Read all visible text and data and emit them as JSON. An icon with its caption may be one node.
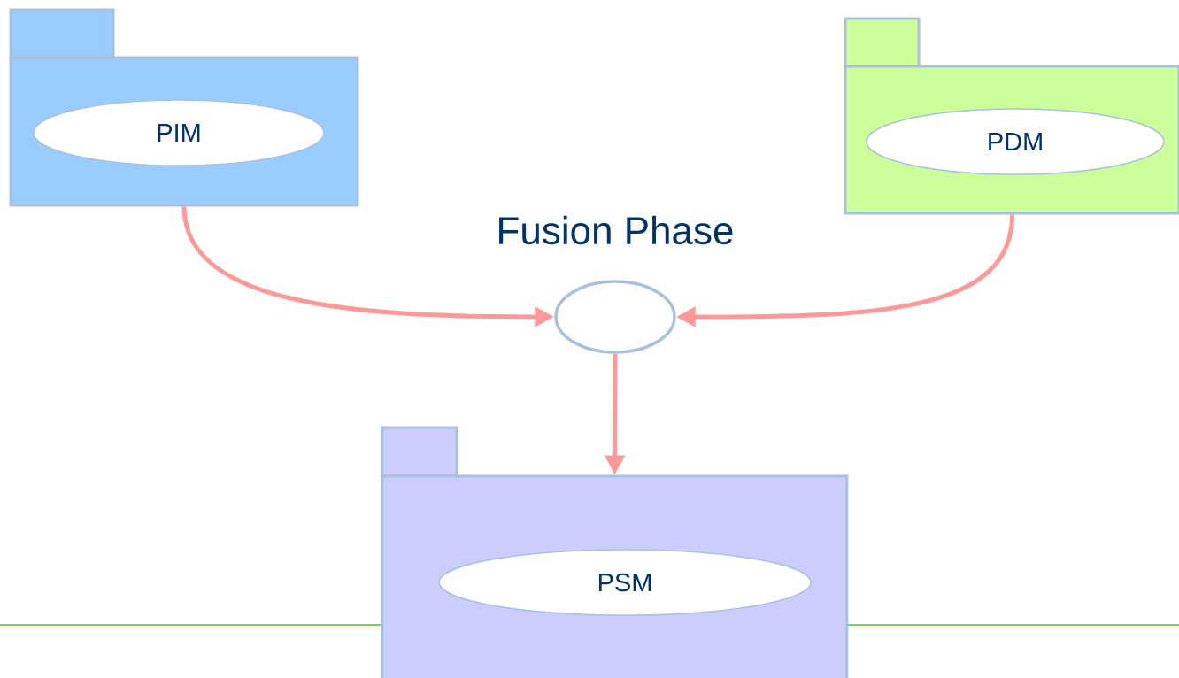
{
  "diagram": {
    "nodes": [
      {
        "text": [],
        "shape": "box"
      },
      {
        "text": [
          "PIM"
        ],
        "in": 0
      },
      {
        "text": [],
        "shape": "box"
      },
      {
        "text": [
          "PDM"
        ],
        "in": 2
      },
      {
        "text": [
          "Fusion Phase"
        ]
      },
      {
        "text": [],
        "shape": "box"
      },
      {
        "text": [
          "PSM"
        ],
        "in": 5
      }
    ],
    "edges": [
      {
        "from": 0,
        "to": 4,
        "arrow": "to"
      },
      {
        "from": 2,
        "to": 4,
        "arrow": "to"
      },
      {
        "from": 4,
        "to": 5,
        "arrow": "to"
      }
    ]
  }
}
